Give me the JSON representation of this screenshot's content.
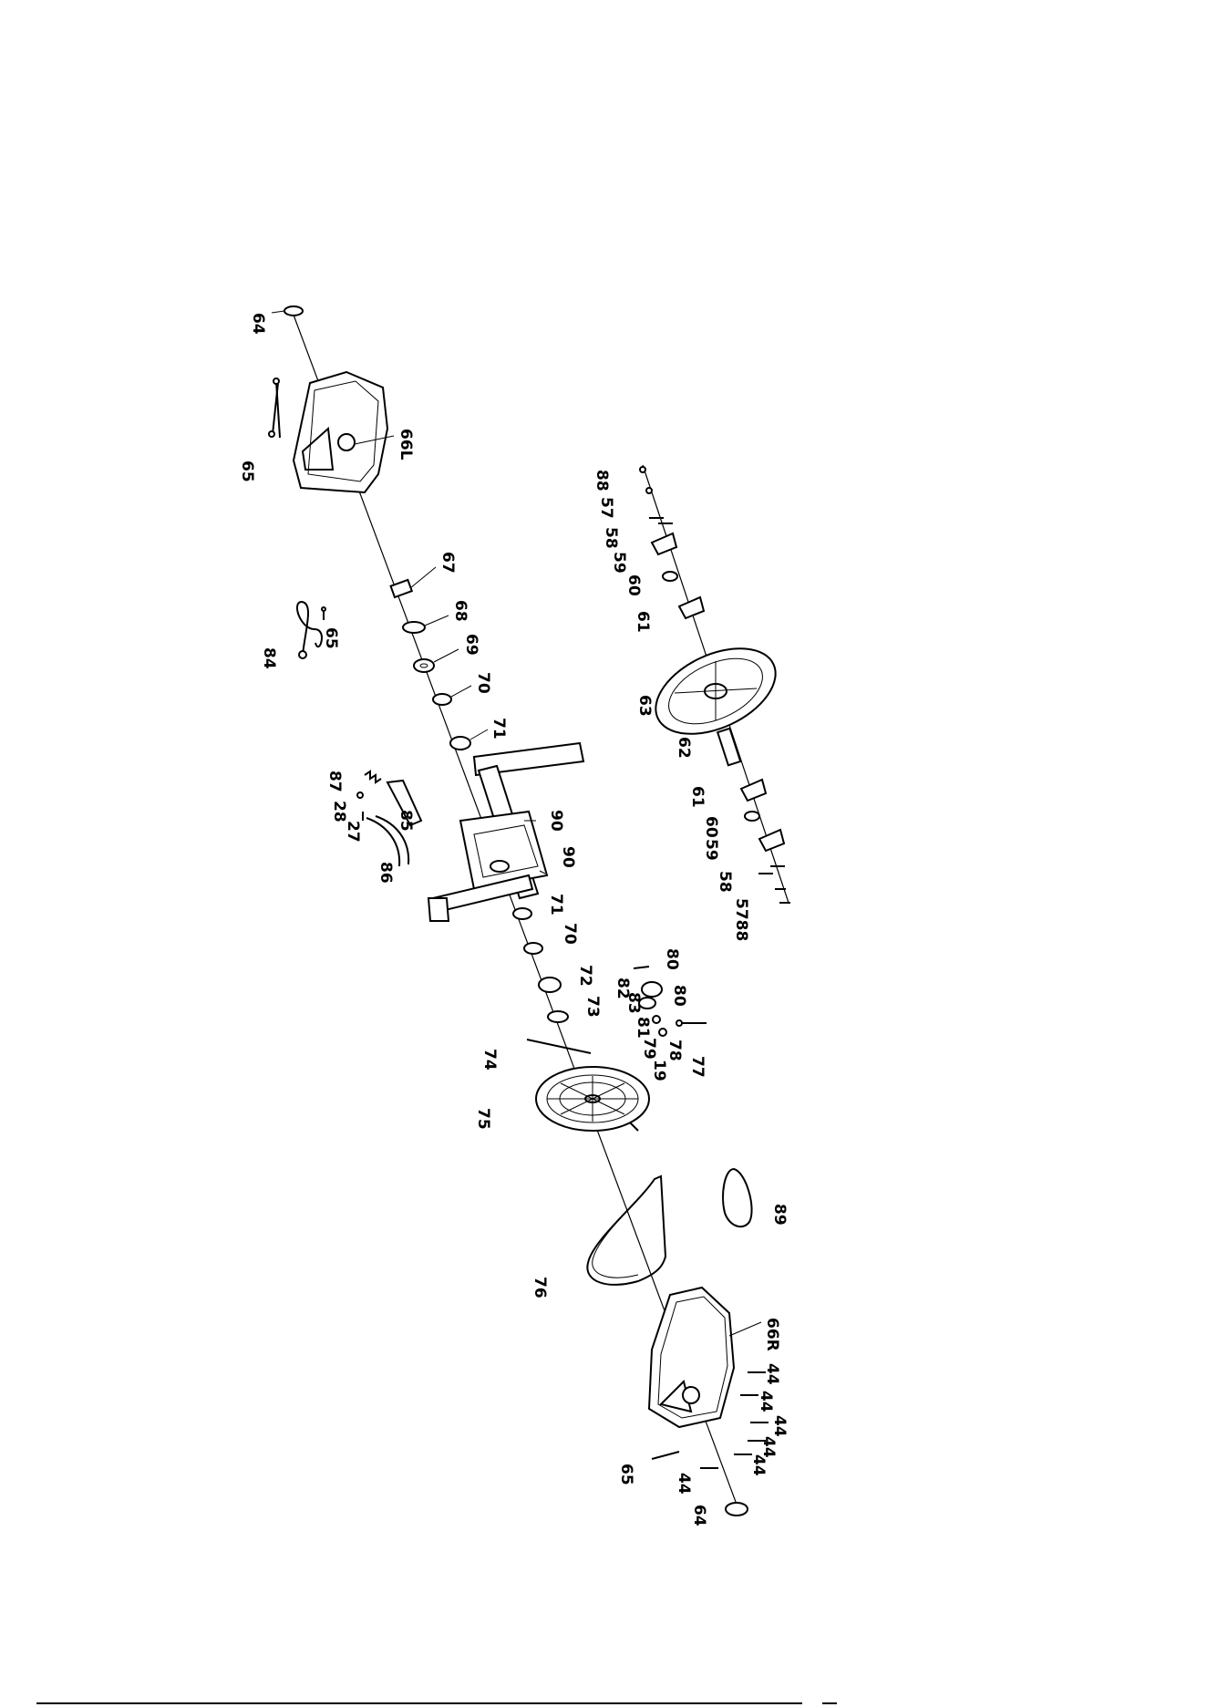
{
  "diagram": {
    "labels": {
      "l64a": "64",
      "l65a": "65",
      "l66l": "66L",
      "l67": "67",
      "l68": "68",
      "l69": "69",
      "l70a": "70",
      "l71a": "71",
      "l84": "84",
      "l65b": "65",
      "l87": "87",
      "l28": "28",
      "l27": "27",
      "l85": "85",
      "l86": "86",
      "l90a": "90",
      "l90b": "90",
      "l71b": "71",
      "l70b": "70",
      "l72": "72",
      "l73": "73",
      "l74": "74",
      "l75": "75",
      "l88a": "88",
      "l57a": "57",
      "l58a": "58",
      "l59a": "59",
      "l60a": "60",
      "l61a": "61",
      "l63": "63",
      "l62": "62",
      "l61b": "61",
      "l60b": "60",
      "l59b": "59",
      "l58b": "58",
      "l57b88b": "5788",
      "l80a": "80",
      "l82": "82",
      "l83": "83",
      "l80b": "80",
      "l81": "81",
      "l79": "79",
      "l19": "19",
      "l78": "78",
      "l77": "77",
      "l76": "76",
      "l89": "89",
      "l66r": "66R",
      "l44a": "44",
      "l44b": "44",
      "l44c": "44",
      "l44d": "44",
      "l44e": "44",
      "l65c": "65",
      "l44f": "44",
      "l64b": "64"
    }
  }
}
